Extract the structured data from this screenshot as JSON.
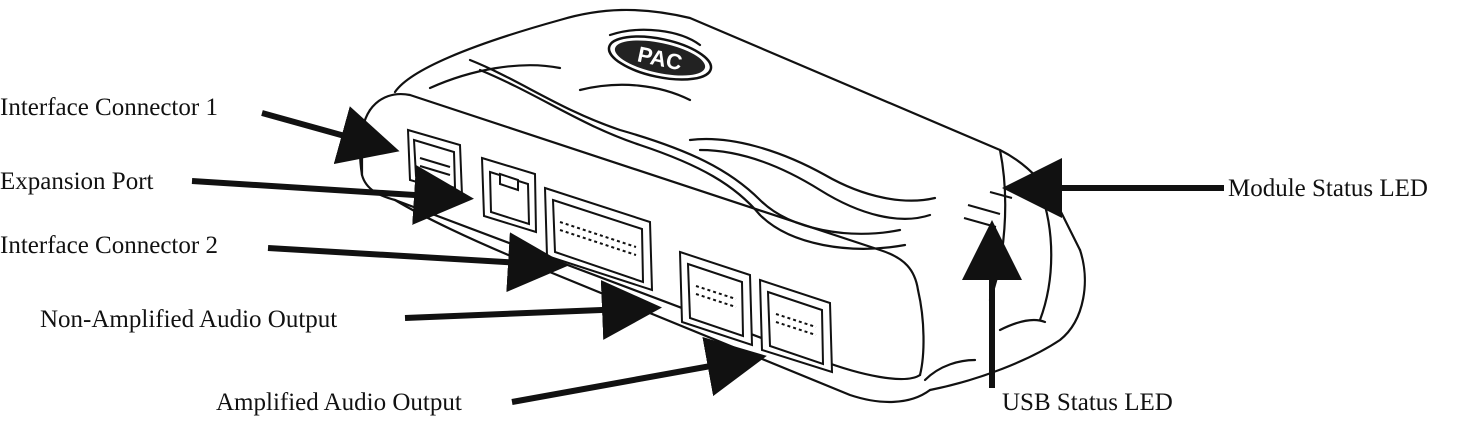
{
  "diagram": {
    "brand_logo_text": "PAC",
    "labels": {
      "interface_connector_1": "Interface Connector 1",
      "expansion_port": "Expansion Port",
      "interface_connector_2": "Interface Connector 2",
      "non_amplified_audio_output": "Non-Amplified Audio Output",
      "amplified_audio_output": "Amplified Audio Output",
      "module_status_led": "Module Status LED",
      "usb_status_led": "USB Status LED"
    },
    "colors": {
      "line": "#111111",
      "background": "#ffffff"
    }
  }
}
